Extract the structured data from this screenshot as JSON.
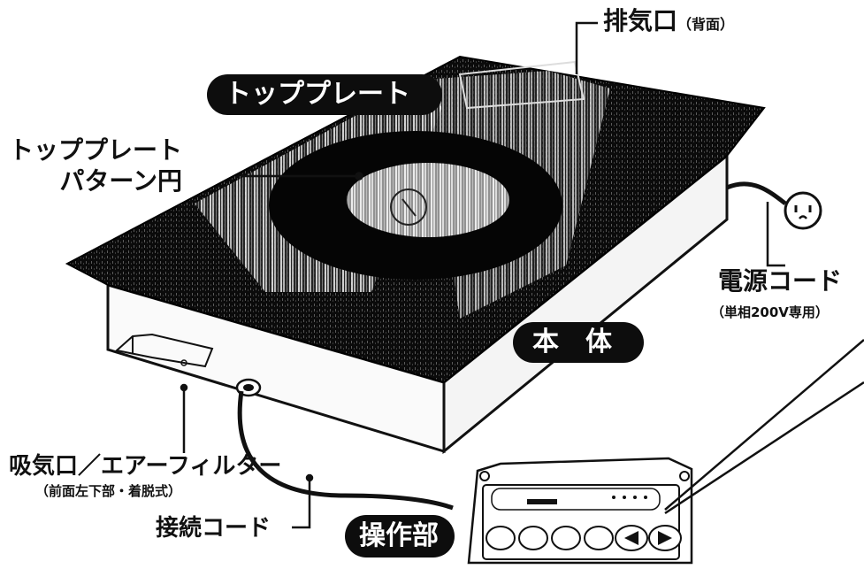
{
  "labels": {
    "exhaust": "排気口",
    "exhaust_note": "（背面）",
    "top_plate_line1": "トッププレート",
    "top_plate_line2": "パターン円",
    "power_cord": "電源コード",
    "power_cord_note": "（単相200V専用）",
    "intake": "吸気口／エアーフィルター",
    "intake_note": "（前面左下部・着脱式）",
    "connection_cord": "接続コード"
  },
  "badges": {
    "top_plate": "トッププレート",
    "body": "本　体",
    "control_unit": "操作部"
  },
  "colors": {
    "ink": "#0d0d0d",
    "paper": "#ffffff"
  }
}
